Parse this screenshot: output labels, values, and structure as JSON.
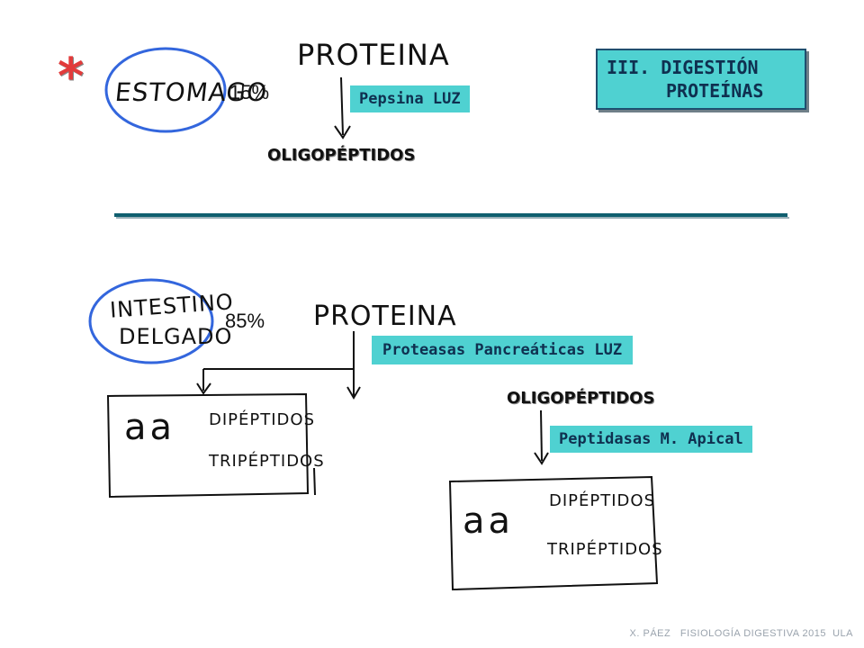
{
  "title_box": {
    "line1": "III. DIGESTIÓN",
    "line2": "PROTEÍNAS"
  },
  "asterisk": "*",
  "stomach": {
    "organ_label": "ESTOMAGO",
    "percent": "15%",
    "substrate": "PROTEINA",
    "enzyme": "Pepsina LUZ",
    "product": "OLIGOPÉPTIDOS"
  },
  "intestine": {
    "organ_line1": "INTESTINO",
    "organ_line2": "DELGADO",
    "percent": "85%",
    "substrate": "PROTEINA",
    "enzyme": "Proteasas Pancreáticas LUZ",
    "left_box": {
      "aa": "aa",
      "item1": "DIPÉPTIDOS",
      "item2": "TRIPÉPTIDOS"
    },
    "product": "OLIGOPÉPTIDOS",
    "enzyme2": "Peptidasas M. Apical",
    "right_box": {
      "aa": "aa",
      "item1": "DIPÉPTIDOS",
      "item2": "TRIPÉPTIDOS"
    }
  },
  "footer": "X. PÁEZ   FISIOLOGÍA DIGESTIVA 2015  ULA",
  "colors": {
    "teal": "#4fd1d1",
    "circle_blue": "#3366dd",
    "asterisk_red": "#e23b3b",
    "divider": "#0f5f6f"
  }
}
